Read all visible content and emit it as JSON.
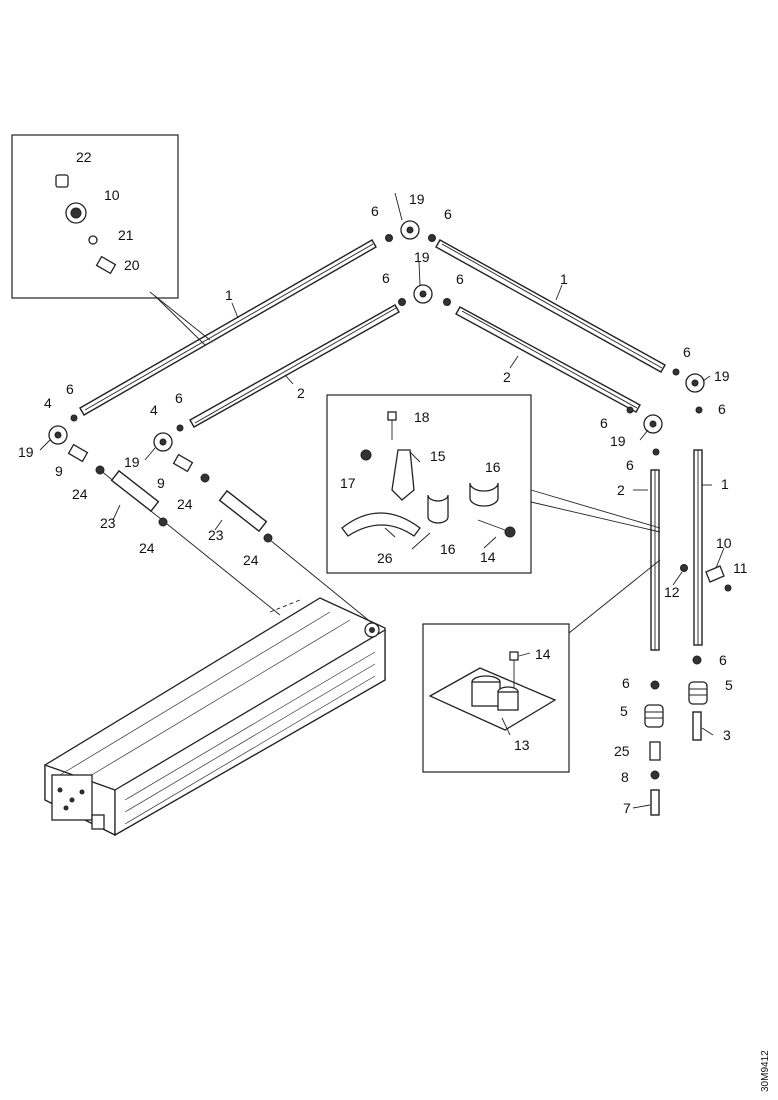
{
  "callouts": {
    "p1": "1",
    "p2": "2",
    "p3": "3",
    "p4": "4",
    "p5": "5",
    "p6": "6",
    "p7": "7",
    "p8": "8",
    "p9": "9",
    "p10": "10",
    "p11": "11",
    "p12": "12",
    "p13": "13",
    "p14": "14",
    "p15": "15",
    "p16": "16",
    "p17": "17",
    "p18": "18",
    "p19": "19",
    "p20": "20",
    "p21": "21",
    "p22": "22",
    "p23": "23",
    "p24": "24",
    "p25": "25",
    "p26": "26"
  },
  "drawing_code": "30M9412"
}
